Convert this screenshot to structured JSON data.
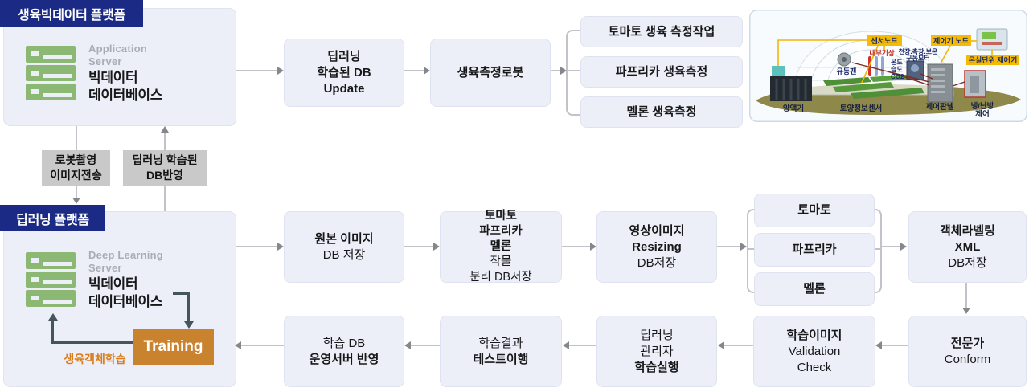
{
  "top_platform": {
    "tab": "생육빅데이터 플랫폼",
    "server_line1": "Application",
    "server_line2": "Server",
    "db_line1": "빅데이터",
    "db_line2": "데이터베이스"
  },
  "row1": {
    "update": {
      "l1": "딥러닝",
      "l2": "학습된 DB",
      "l3": "Update"
    },
    "robot": "생육측정로봇",
    "targets": [
      "토마토 생육 측정작업",
      "파프리카 생육측정",
      "멜론 생육측정"
    ]
  },
  "greenhouse": {
    "labels": {
      "sensor_node": "센서노드",
      "controller_node": "제어기 노드",
      "unit_controller": "온실단위 제어기",
      "indoor": "내부기상",
      "motor1": "천장.측창.보온",
      "motor2": "구동모터",
      "temp": "온도",
      "humid": "습도",
      "co2": "CO2",
      "fan": "유동팬",
      "nutrient": "양액기",
      "soil": "토양정보센서",
      "panel": "제어판넬",
      "hvac1": "냉/난방",
      "hvac2": "제어"
    }
  },
  "transfer": {
    "robot_l1": "로봇촬영",
    "robot_l2": "이미지전송",
    "db_l1": "딥러닝 학습된",
    "db_l2": "DB반영"
  },
  "bottom_platform": {
    "tab": "딥러닝 플랫폼",
    "server_line1": "Deep Learning",
    "server_line2": "Server",
    "db_line1": "빅데이터",
    "db_line2": "데이터베이스",
    "training": "Training",
    "loop_label": "생육객체학습"
  },
  "row2": {
    "origin": {
      "l1": "원본 이미지",
      "l2": "DB 저장"
    },
    "separate": {
      "l1": "토마토",
      "l2": "파프리카",
      "l3b": "멜론",
      "l3r": " 작물",
      "l4": "분리 DB저장"
    },
    "resizing": {
      "l1": "영상이미지",
      "l2": "Resizing",
      "l3": "DB저장"
    },
    "crops": [
      "토마토",
      "파프리카",
      "멜론"
    ],
    "labeling": {
      "l1": "객체라벨링",
      "l2": "XML",
      "l3": "DB저장"
    }
  },
  "row3": {
    "conform": {
      "l1": "전문가",
      "l2": "Conform"
    },
    "validation": {
      "l1": "학습이미지",
      "l2": "Validation",
      "l3": "Check"
    },
    "train_exec": {
      "l1": "딥러닝",
      "l2": "관리자",
      "l3": "학습실행"
    },
    "test": {
      "l1": "학습결과",
      "l2": "테스트이행"
    },
    "deploy": {
      "l1": "학습 DB",
      "l2": "운영서버 반영"
    }
  },
  "colors": {
    "navy": "#1a2a85",
    "box_bg": "#edeff8",
    "green_server": "#8bb873",
    "orange_training": "#c9832e",
    "orange_label": "#d97c1a",
    "gray_box": "#c9c9c9",
    "arrow_line": "#c2c3c8",
    "arrow_head": "#85878c",
    "slate_arrow": "#46545e",
    "yellow_tag": "#f6bb00"
  }
}
